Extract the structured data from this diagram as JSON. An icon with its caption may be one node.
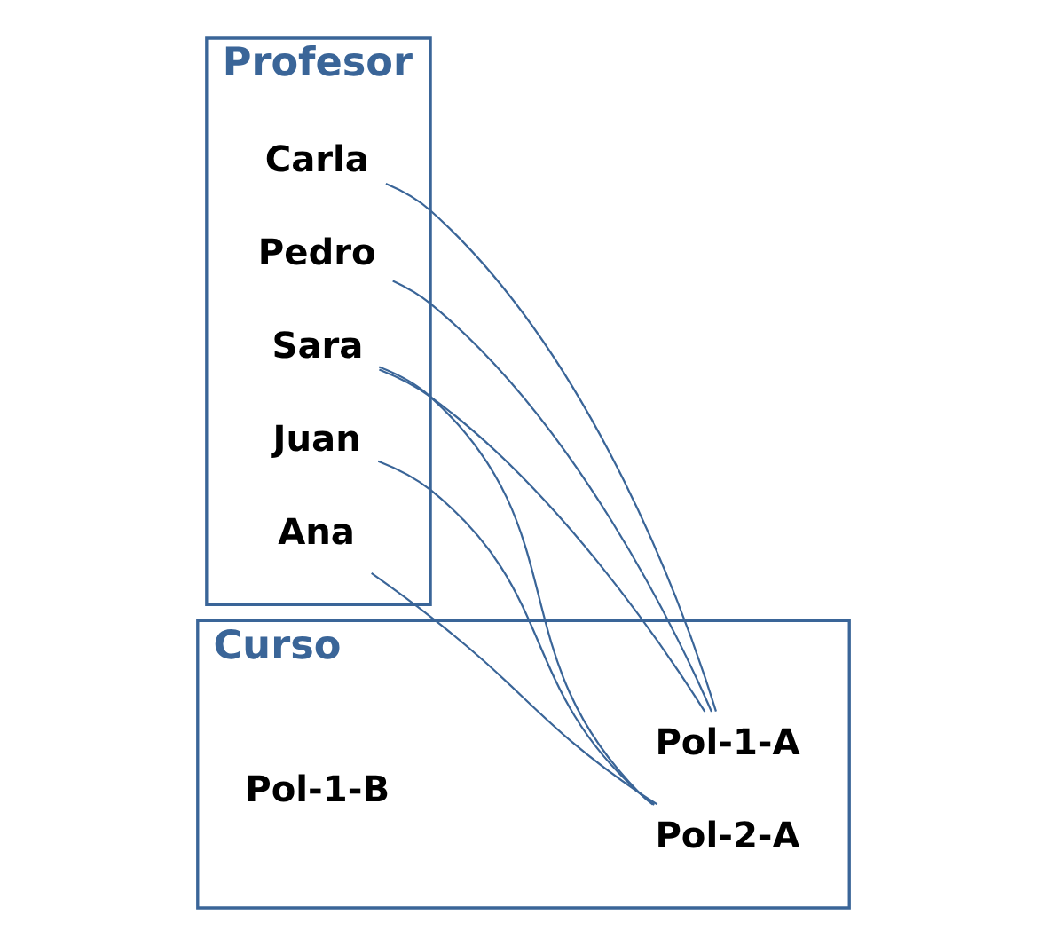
{
  "diagram": {
    "nodes": [
      {
        "text": [
          "Profesor"
        ]
      },
      {
        "text": [
          "Carla"
        ],
        "in": 0
      },
      {
        "text": [
          "Juan"
        ],
        "in": 0
      },
      {
        "text": [
          "Pedro"
        ],
        "in": 0
      },
      {
        "text": [
          "Sara"
        ],
        "in": 0
      },
      {
        "text": [
          "Ana"
        ],
        "in": 0
      },
      {
        "text": [
          "Curso"
        ]
      },
      {
        "text": [
          "Pol-1-A"
        ],
        "in": 6
      },
      {
        "text": [
          "Pol-1-B"
        ],
        "in": 6
      },
      {
        "text": [
          "Pol-2-A"
        ],
        "in": 6
      }
    ],
    "edges": [
      {
        "from": 1,
        "to": 7,
        "arrow": "none"
      },
      {
        "from": 2,
        "to": 9,
        "arrow": "none"
      },
      {
        "from": 3,
        "to": 7,
        "arrow": "none"
      },
      {
        "from": 4,
        "to": 7,
        "arrow": "none"
      },
      {
        "from": 4,
        "to": 9,
        "arrow": "none"
      },
      {
        "from": 5,
        "to": 9,
        "arrow": "none"
      }
    ]
  }
}
